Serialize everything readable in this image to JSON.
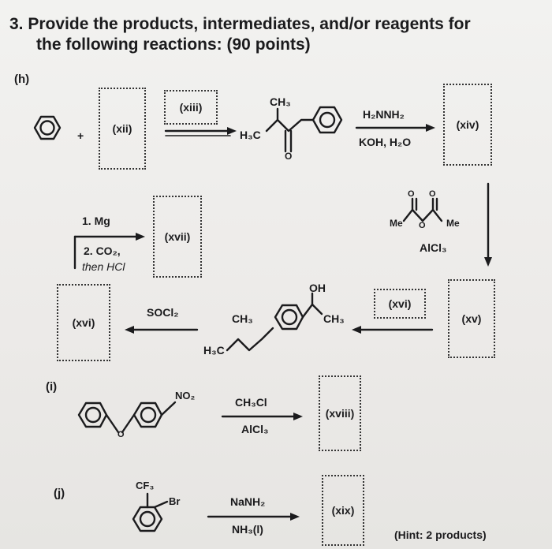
{
  "question": {
    "line1": "3. Provide the products, intermediates, and/or reagents for",
    "line2": "the following reactions: (90 points)"
  },
  "part_h": {
    "label": "(h)",
    "plus": "+",
    "boxes": {
      "xii": "(xii)",
      "xiii": "(xiii)",
      "xiv": "(xiv)",
      "xv": "(xv)",
      "xvi_top": "(xvi)",
      "xvi_left": "(xvi)",
      "xvii": "(xvii)"
    },
    "ketone": {
      "ch3": "CH₃",
      "h3c": "H₃C"
    },
    "reagents": {
      "wolff_top": "H₂NNH₂",
      "wolff_bottom": "KOH, H₂O",
      "anhydride_me_left": "Me",
      "anhydride_me_right": "Me",
      "alcl3": "AlCl₃",
      "step1": "1. Mg",
      "step2": "2. CO₂,",
      "step2b": "then HCl",
      "socl2": "SOCl₂"
    },
    "alcohol": {
      "oh": "OH",
      "ch3_right": "CH₃",
      "ch3_left": "CH₃",
      "h3c": "H₃C"
    }
  },
  "part_i": {
    "label": "(i)",
    "no2": "NO₂",
    "reagent_top": "CH₃Cl",
    "reagent_bottom": "AlCl₃",
    "box": "(xviii)"
  },
  "part_j": {
    "label": "(j)",
    "cf3": "CF₃",
    "br": "Br",
    "reagent_top": "NaNH₂",
    "reagent_bottom": "NH₃(l)",
    "box": "(xix)",
    "hint": "(Hint: 2 products)"
  }
}
